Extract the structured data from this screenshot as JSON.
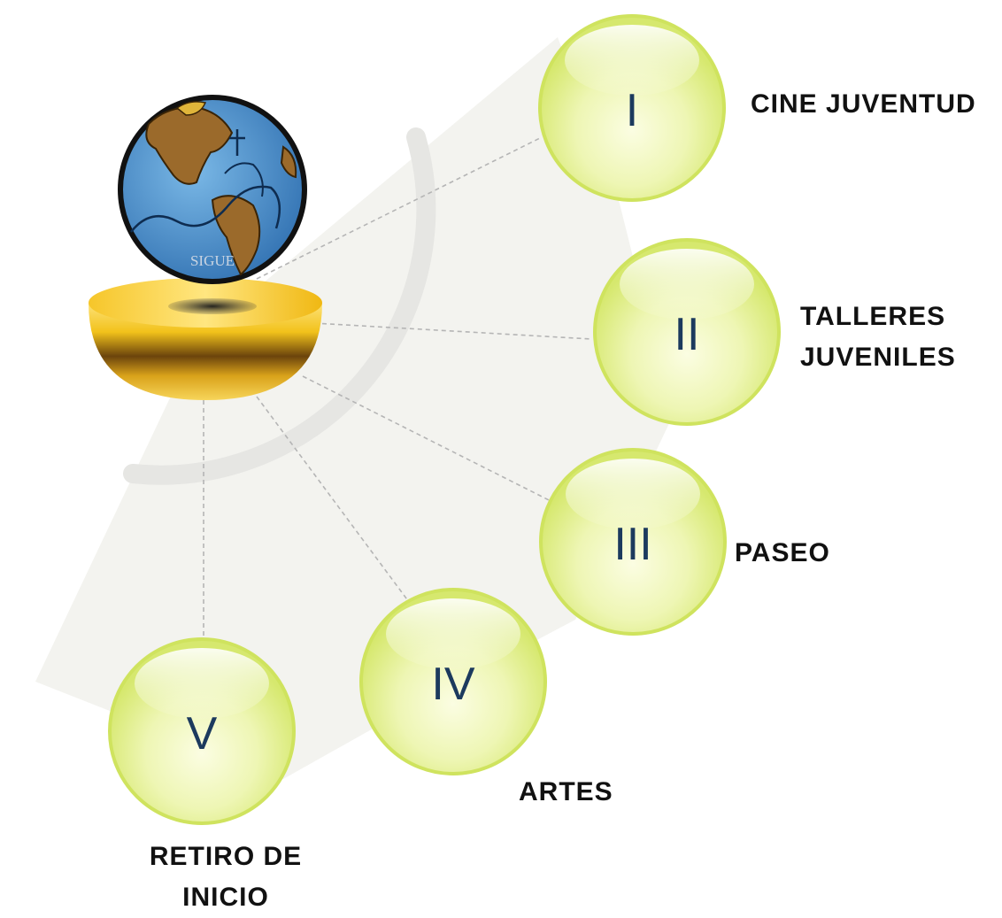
{
  "diagram": {
    "center_logo": {
      "icon": "globe-on-gold-bowl-icon",
      "logo_text": "SIGUE"
    },
    "nodes": [
      {
        "numeral": "I",
        "label": "CINE JUVENTUD"
      },
      {
        "numeral": "II",
        "label_lines": [
          "TALLERES",
          "JUVENILES"
        ]
      },
      {
        "numeral": "III",
        "label": "PASEO"
      },
      {
        "numeral": "IV",
        "label": "ARTES"
      },
      {
        "numeral": "V",
        "label_lines": [
          "RETIRO DE",
          "INICIO"
        ]
      }
    ],
    "colors": {
      "bubble_fill": "#eaf5a8",
      "bubble_rim": "#c9de5a",
      "numeral": "#1c3a5e",
      "bowl_gold": "#f2c21b",
      "bowl_dark": "#5a3a0a",
      "ocean": "#3f89c8",
      "land": "#9a6a2a",
      "fan": "#f2f2ee",
      "arc": "#e4e4e2",
      "connector": "#b9b9b9"
    }
  }
}
